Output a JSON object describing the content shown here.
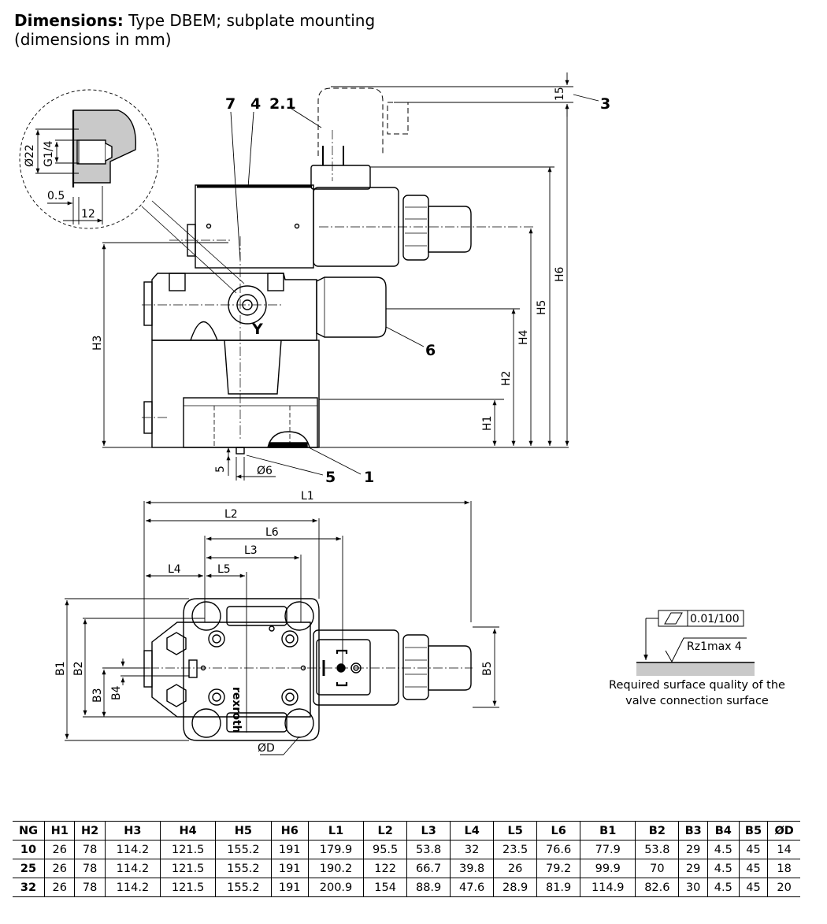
{
  "heading": {
    "bold": "Dimensions:",
    "line1": " Type DBEM; subplate mounting",
    "line2": "(dimensions in mm)"
  },
  "side_view": {
    "callouts": {
      "c7": "7",
      "c4": "4",
      "c21": "2.1",
      "c3": "3",
      "c6": "6",
      "c5": "5",
      "c1": "1",
      "cY": "Y"
    },
    "dims": {
      "h1": "H1",
      "h2": "H2",
      "h3": "H3",
      "h4": "H4",
      "h5": "H5",
      "h6": "H6",
      "d15": "15",
      "d5": "5",
      "d6": "Ø6"
    },
    "detail": {
      "d22": "Ø22",
      "g14": "G1/4",
      "d05": "0.5",
      "d12": "12"
    }
  },
  "top_view": {
    "dims": {
      "l1": "L1",
      "l2": "L2",
      "l3": "L3",
      "l4": "L4",
      "l5": "L5",
      "l6": "L6",
      "b1": "B1",
      "b2": "B2",
      "b3": "B3",
      "b4": "B4",
      "b5": "B5",
      "od": "ØD"
    },
    "brand": "rexroth"
  },
  "surface": {
    "flatness": "0.01/100",
    "roughness": "Rz1max 4",
    "note_line1": "Required surface quality of the",
    "note_line2": "valve connection surface"
  },
  "table": {
    "headers": [
      "NG",
      "H1",
      "H2",
      "H3",
      "H4",
      "H5",
      "H6",
      "L1",
      "L2",
      "L3",
      "L4",
      "L5",
      "L6",
      "B1",
      "B2",
      "B3",
      "B4",
      "B5",
      "ØD"
    ],
    "rows": [
      [
        "10",
        "26",
        "78",
        "114.2",
        "121.5",
        "155.2",
        "191",
        "179.9",
        "95.5",
        "53.8",
        "32",
        "23.5",
        "76.6",
        "77.9",
        "53.8",
        "29",
        "4.5",
        "45",
        "14"
      ],
      [
        "25",
        "26",
        "78",
        "114.2",
        "121.5",
        "155.2",
        "191",
        "190.2",
        "122",
        "66.7",
        "39.8",
        "26",
        "79.2",
        "99.9",
        "70",
        "29",
        "4.5",
        "45",
        "18"
      ],
      [
        "32",
        "26",
        "78",
        "114.2",
        "121.5",
        "155.2",
        "191",
        "200.9",
        "154",
        "88.9",
        "47.6",
        "28.9",
        "81.9",
        "114.9",
        "82.6",
        "30",
        "4.5",
        "45",
        "20"
      ]
    ]
  }
}
